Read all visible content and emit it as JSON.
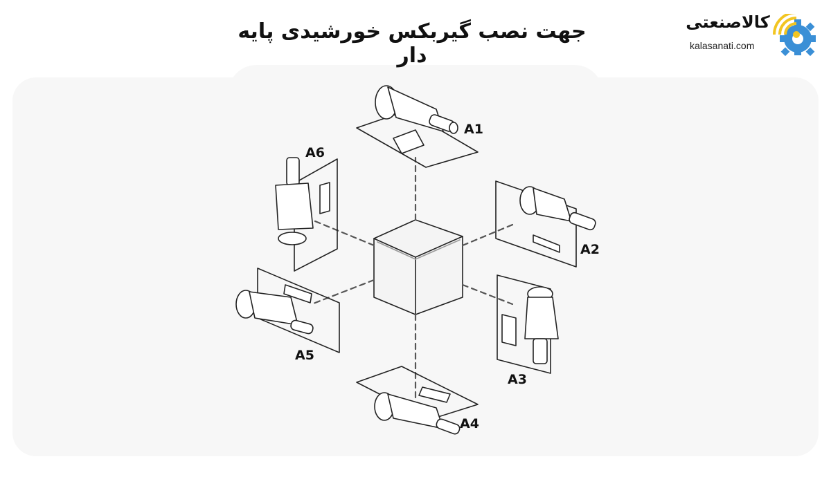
{
  "header": {
    "title": "جهت نصب گیربکس خورشیدی پایه دار"
  },
  "logo": {
    "name_fa": "کالاصنعتی",
    "domain": "kalasanati.com",
    "icon": "gear-wifi-icon",
    "colors": {
      "gear": "#3a8fd6",
      "signal": "#f2c521"
    }
  },
  "diagram": {
    "center": "mounting-cube",
    "positions": [
      {
        "id": "A1",
        "label": "A1",
        "orientation": "top-horizontal-foot"
      },
      {
        "id": "A2",
        "label": "A2",
        "orientation": "right-wall"
      },
      {
        "id": "A3",
        "label": "A3",
        "orientation": "right-vertical-shaft-down"
      },
      {
        "id": "A4",
        "label": "A4",
        "orientation": "bottom-ceiling"
      },
      {
        "id": "A5",
        "label": "A5",
        "orientation": "left-wall"
      },
      {
        "id": "A6",
        "label": "A6",
        "orientation": "left-vertical-shaft-up"
      }
    ],
    "line_color": "#222222"
  }
}
